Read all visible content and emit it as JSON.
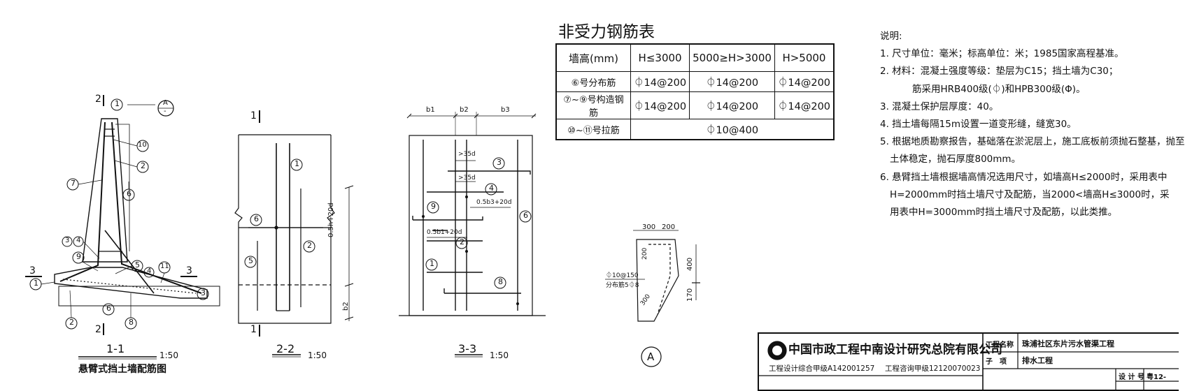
{
  "rebar_table": {
    "title": "非受力钢筋表",
    "header": [
      "墙高(mm)",
      "H≤3000",
      "5000≥H>3000",
      "H>5000"
    ],
    "rows": [
      [
        "⑥号分布筋",
        "⏀14@200",
        "⏀14@200",
        "⏀14@200"
      ],
      [
        "⑦~⑨号构造钢筋",
        "⏀14@200",
        "⏀14@200",
        "⏀14@200"
      ],
      [
        "⑩~⑪号拉筋",
        "⏀10@400"
      ]
    ]
  },
  "notes": {
    "heading": "说明:",
    "lines": [
      "1. 尺寸单位：毫米；标高单位：米；1985国家高程基准。",
      "2. 材料：混凝土强度等级：垫层为C15；挡土墙为C30；",
      "筋采用HRB400级(⏀)和HPB300级(Φ)。",
      "3. 混凝土保护层厚度：40。",
      "4. 挡土墙每隔15m设置一道变形缝，缝宽30。",
      "5. 根据地质勘察报告，基础落在淤泥层上，施工底板前须抛石整基，抛至",
      "土体稳定，抛石厚度800mm。",
      "6. 悬臂挡土墙根据墙高情况选用尺寸，如墙高H≤2000时，采用表中",
      "H=2000mm时挡土墙尺寸及配筋，当2000<墙高H≤3000时，采",
      "用表中H=3000mm时挡土墙尺寸及配筋，以此类推。"
    ]
  },
  "section_1": {
    "caption": "1-1",
    "scale": "1:50",
    "subtitle": "悬臂式挡土墙配筋图",
    "cut_labels": [
      "2",
      "2",
      "3",
      "3"
    ],
    "callouts": [
      "1",
      "10",
      "2",
      "7",
      "6",
      "3",
      "4",
      "9",
      "5",
      "4",
      "11",
      "1",
      "3",
      "2",
      "6",
      "8"
    ],
    "section_ref": {
      "top": "A",
      "bottom": "-"
    }
  },
  "section_2": {
    "caption": "2-2",
    "scale": "1:50",
    "cut_labels": [
      "1",
      "1"
    ],
    "callouts": [
      "1",
      "6",
      "2",
      "5"
    ],
    "dims": [
      "0.5h+20d",
      "b2"
    ]
  },
  "section_3": {
    "caption": "3-3",
    "scale": "1:50",
    "dims_top": [
      "b1",
      "b2",
      "b3"
    ],
    "callouts": [
      "3",
      "4",
      "9",
      "6",
      "2",
      "1",
      "8"
    ],
    "annotations": [
      ">35d",
      ">35d",
      "0.5b3+20d",
      "0.5b1+20d"
    ]
  },
  "detail_a": {
    "label": "A",
    "dims_top": [
      "300",
      "200"
    ],
    "dims_right": [
      "400",
      "170"
    ],
    "dims_slope": [
      "200",
      "300"
    ],
    "annotations": [
      "⏀10@150",
      "分布筋5⏀8"
    ]
  },
  "title_block": {
    "company": "中国市政工程中南设计研究总院有限公司",
    "cert_1": "工程设计综合甲级A142001257",
    "cert_2": "工程咨询甲级12120070023",
    "project_label": "工程名称",
    "project_value": "珠浦社区东片污水管渠工程",
    "sub_label": "子　项",
    "sub_value": "排水工程",
    "design_no_label": "设 计 号",
    "design_no_value": "粤12-"
  }
}
